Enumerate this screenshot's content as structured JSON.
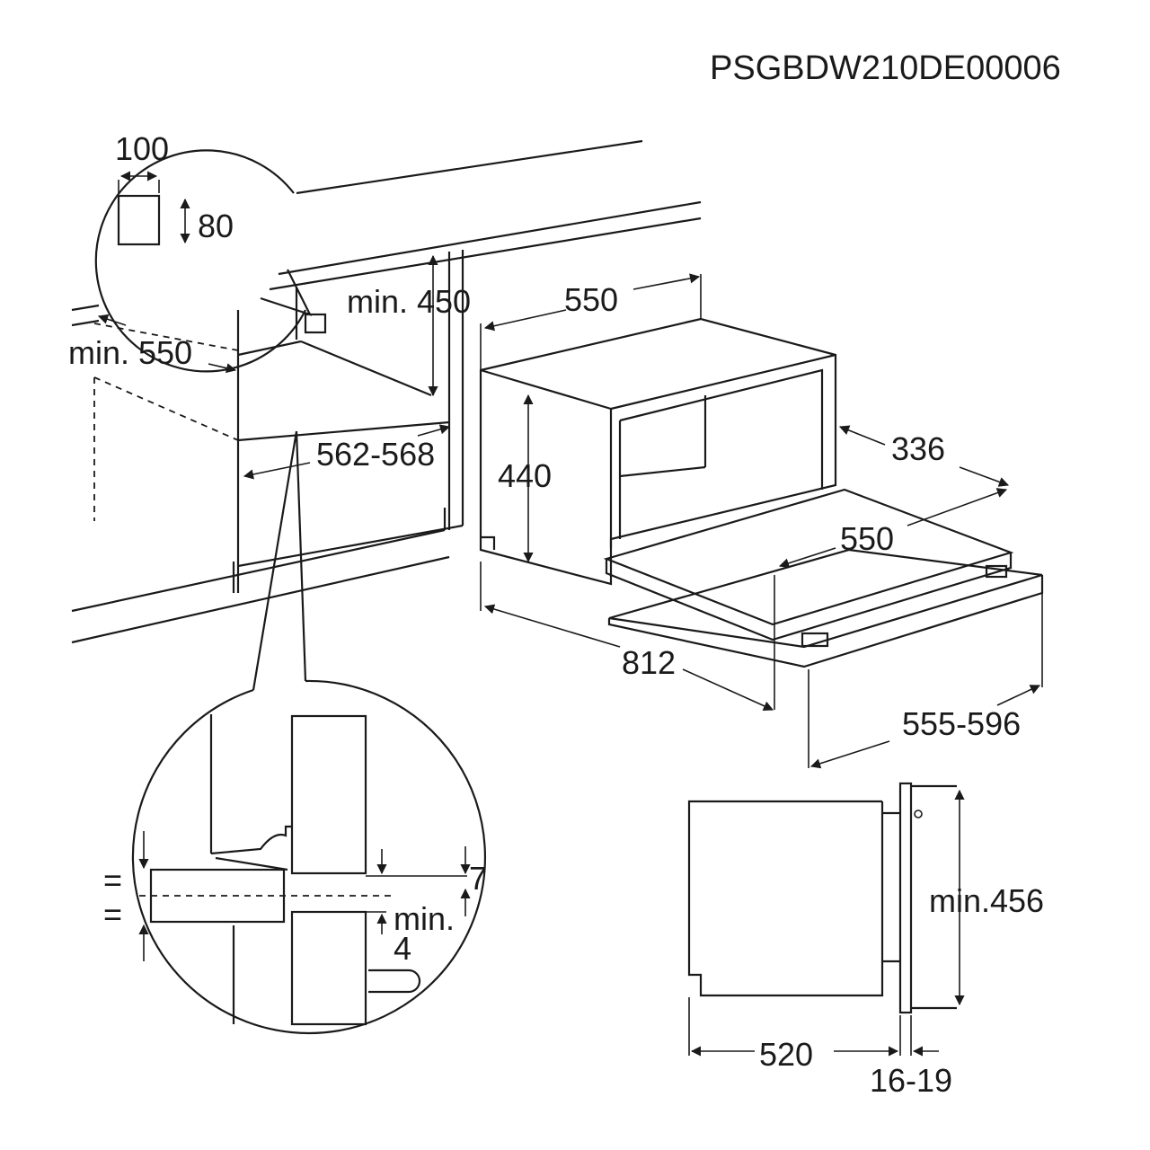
{
  "document_code": "PSGBDW210DE00006",
  "dimensions": {
    "vent_width": "100",
    "vent_height": "80",
    "min_height_above": "min. 450",
    "niche_depth_top": "550",
    "min_niche_depth": "min. 550",
    "niche_width": "562-568",
    "unit_height": "440",
    "door_height": "336",
    "unit_depth": "550",
    "depth_open_door": "812",
    "front_width": "555-596",
    "gap_top": "7",
    "min_gap_label": "min.",
    "min_gap_value": "4",
    "equal_1": "=",
    "equal_2": "=",
    "side_min_height": "min.456",
    "side_depth": "520",
    "side_front": "16-19"
  }
}
